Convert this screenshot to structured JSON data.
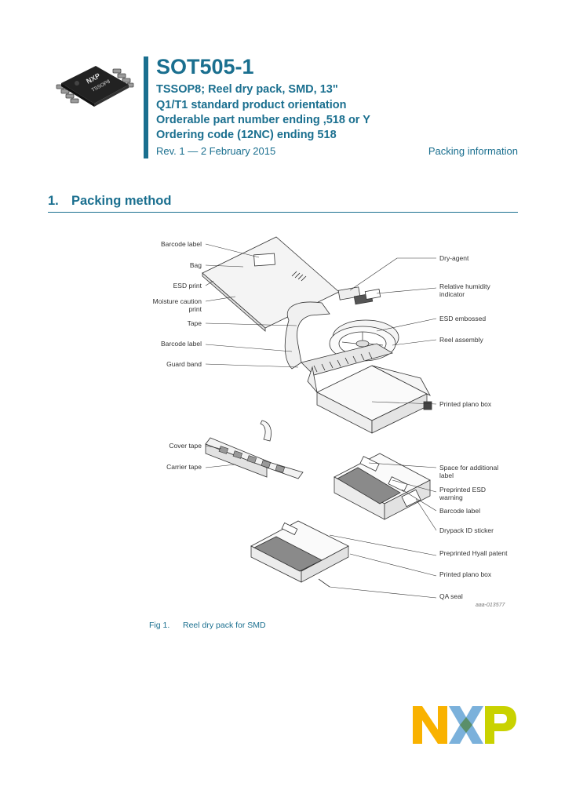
{
  "header": {
    "chip_markings": [
      "NXP",
      "TSSOP8"
    ],
    "title": "SOT505-1",
    "subtitle_lines": [
      "TSSOP8; Reel dry pack, SMD, 13\"",
      "Q1/T1 standard product orientation",
      "Orderable part number ending ,518 or Y",
      "Ordering code (12NC) ending 518"
    ],
    "revision": "Rev. 1 — 2 February 2015",
    "doc_type": "Packing information"
  },
  "section": {
    "number": "1.",
    "title": "Packing method"
  },
  "figure": {
    "labels_left": [
      "Barcode label",
      "Bag",
      "ESD print",
      "Moisture caution",
      "print",
      "Tape",
      "Barcode label",
      "Guard band",
      "Cover tape",
      "Carrier tape"
    ],
    "labels_right": [
      "Dry-agent",
      "Relative humidity",
      "indicator",
      "ESD embossed",
      "Reel assembly",
      "Printed plano box",
      "Space for additional",
      "label",
      "Preprinted ESD",
      "warning",
      "Barcode label",
      "Drypack ID sticker",
      "Preprinted Hyall patent",
      "Printed plano box",
      "QA seal"
    ],
    "drawing_code": "aaa-013577",
    "caption_number": "Fig 1.",
    "caption_text": "Reel dry pack for SMD"
  },
  "logo": {
    "text": "NXP",
    "colors": {
      "n": "#f9b200",
      "x": "#7bb1db",
      "p": "#c9d200"
    }
  },
  "colors": {
    "accent": "#1a6f8f"
  }
}
